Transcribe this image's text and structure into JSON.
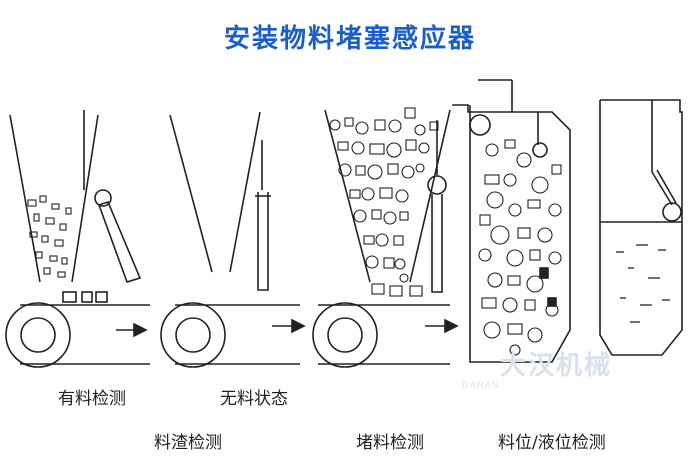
{
  "title": "安装物料堵塞感应器",
  "labels": {
    "material_present": "有料检测",
    "no_material": "无料状态",
    "slag_detection": "料渣检测",
    "blockage_detection": "堵料检测",
    "level_detection": "料位/液位检测"
  },
  "watermark": {
    "text": "大汉机械",
    "subtext": "DAHAN"
  },
  "colors": {
    "title": "#1a5fc8",
    "line": "#222222",
    "watermark": "#d8e1ec"
  }
}
